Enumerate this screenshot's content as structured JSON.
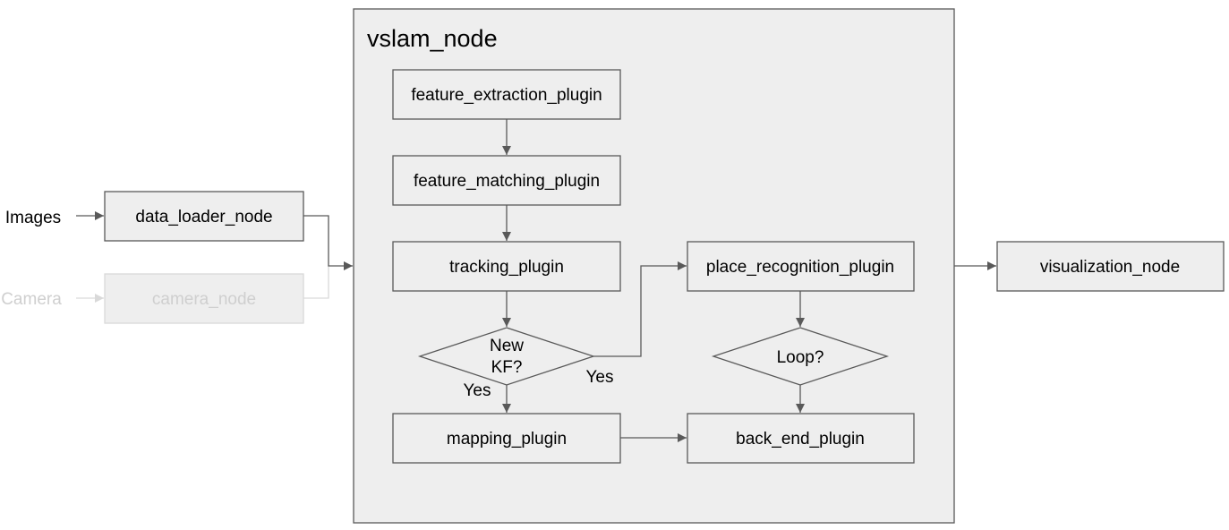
{
  "container": {
    "title": "vslam_node"
  },
  "inputs": {
    "images": "Images",
    "camera": "Camera"
  },
  "nodes": {
    "data_loader": "data_loader_node",
    "camera": "camera_node",
    "visualization": "visualization_node"
  },
  "plugins": {
    "feature_extraction": "feature_extraction_plugin",
    "feature_matching": "feature_matching_plugin",
    "tracking": "tracking_plugin",
    "mapping": "mapping_plugin",
    "place_recognition": "place_recognition_plugin",
    "back_end": "back_end_plugin"
  },
  "decisions": {
    "new_kf_line1": "New",
    "new_kf_line2": "KF?",
    "loop": "Loop?"
  },
  "edge_labels": {
    "yes_down": "Yes",
    "yes_right": "Yes"
  },
  "colors": {
    "container_fill": "#eeeeee",
    "box_fill": "#eeeeee",
    "stroke": "#595959",
    "faded_stroke": "#d9d9d9"
  }
}
